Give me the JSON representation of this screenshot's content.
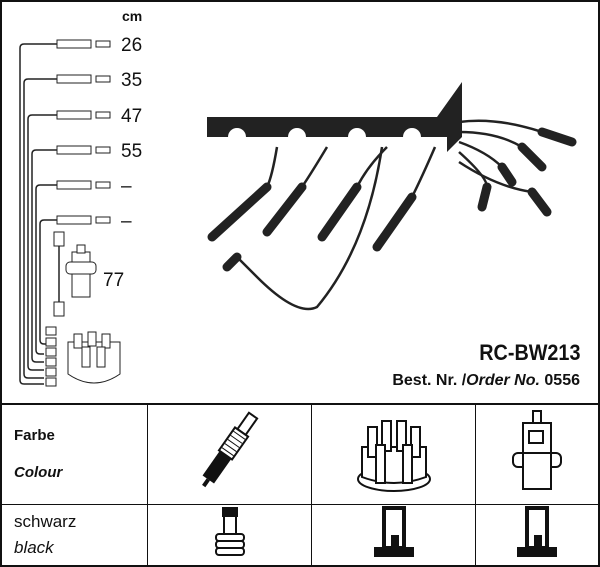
{
  "unit_label": "cm",
  "lengths": [
    "26",
    "35",
    "47",
    "55",
    "–",
    "–"
  ],
  "coil_length": "77",
  "product_code": "RC-BW213",
  "order": {
    "prefix": "Best. Nr. /",
    "italic": "Order No.",
    "number": "0556"
  },
  "table": {
    "header_de": "Farbe",
    "header_en": "Colour",
    "colour_de": "schwarz",
    "colour_en": "black",
    "columns": [
      "spark-plug",
      "distributor-cap",
      "ignition-coil"
    ]
  }
}
